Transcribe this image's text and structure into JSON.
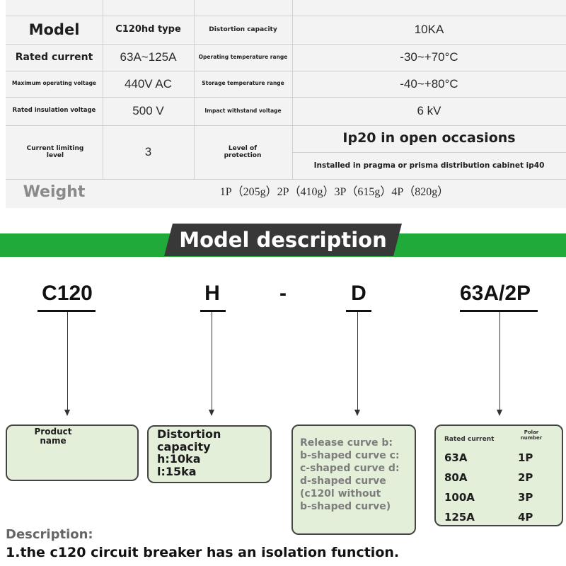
{
  "specs": {
    "rows": [
      {
        "l1": "Model",
        "v1": "C120hd type",
        "l2": "Distortion capacity",
        "v2": "10KA"
      },
      {
        "l1": "Rated current",
        "v1": "63A~125A",
        "l2": "Operating temperature range",
        "v2": "-30~+70°C"
      },
      {
        "l1": "Maximum operating voltage",
        "v1": "440V AC",
        "l2": "Storage temperature range",
        "v2": "-40~+80°C"
      },
      {
        "l1": "Rated insulation voltage",
        "v1": "500 V",
        "l2": "Impact withstand voltage",
        "v2": "6 kV"
      }
    ],
    "current_limiting": {
      "label": "Current limiting level",
      "value": "3"
    },
    "protection": {
      "label": "Level of protection",
      "value1": "Ip20 in open occasions",
      "value2": "Installed in pragma or prisma distribution cabinet ip40"
    },
    "weight": {
      "label": "Weight",
      "value": "1P（205g）2P（410g）3P（615g）4P（820g）"
    }
  },
  "banner": {
    "title": "Model description"
  },
  "model_code": {
    "part1": "C120",
    "part2": "H",
    "dash": "-",
    "part3": "D",
    "part4": "63A/2P"
  },
  "boxes": {
    "product": {
      "label": "Product name"
    },
    "distortion": {
      "lines": [
        "Distortion",
        "capacity",
        "h:10ka",
        "l:15ka"
      ]
    },
    "release": {
      "lines": [
        "Release curve b:",
        "b-shaped curve c:",
        "c-shaped curve d:",
        "d-shaped curve",
        "(c120l without",
        "b-shaped curve)"
      ]
    },
    "rating": {
      "col1_header": "Rated current",
      "col2_header": "Polar number",
      "rows": [
        {
          "current": "63A",
          "poles": "1P"
        },
        {
          "current": "80A",
          "poles": "2P"
        },
        {
          "current": "100A",
          "poles": "3P"
        },
        {
          "current": "125A",
          "poles": "4P"
        }
      ]
    }
  },
  "description": {
    "title": "Description:",
    "line1": "1.the c120 circuit breaker has an isolation function."
  }
}
